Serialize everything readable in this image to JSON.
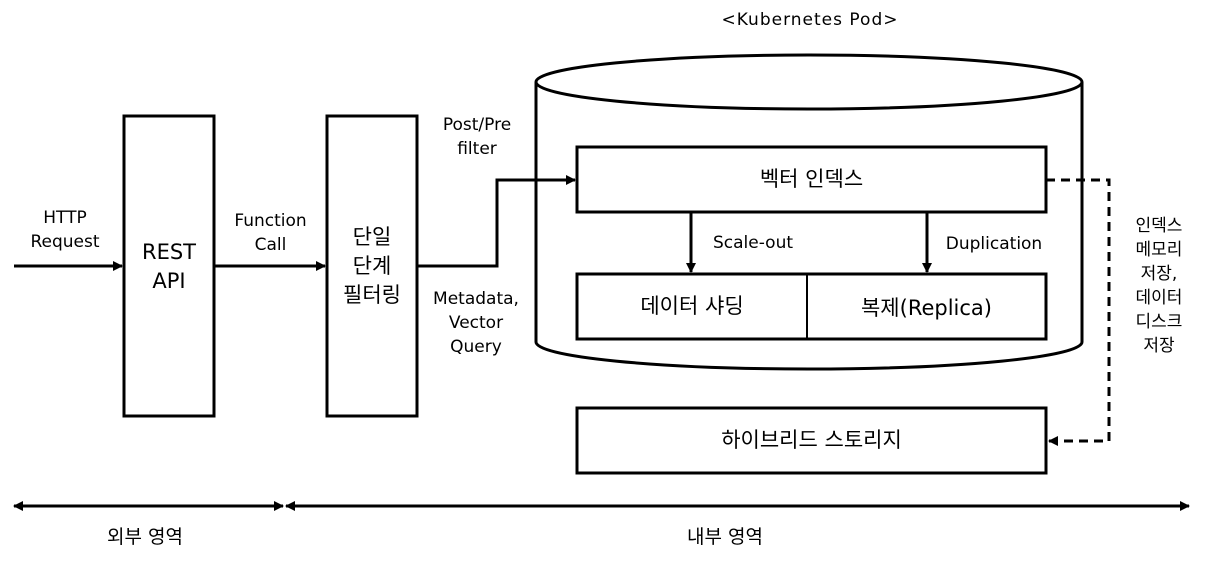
{
  "pod_title": "<Kubernetes  Pod>",
  "http_request": [
    "HTTP",
    "Request"
  ],
  "rest_api": [
    "REST",
    "API"
  ],
  "function_call": [
    "Function",
    "Call"
  ],
  "single_stage_filtering": [
    "단일",
    "단계",
    "필터링"
  ],
  "post_pre_filter": [
    "Post/Pre",
    "filter"
  ],
  "metadata_vector_query": [
    "Metadata,",
    "Vector",
    "Query"
  ],
  "vector_index": "벡터 인덱스",
  "scale_out": "Scale-out",
  "duplication": "Duplication",
  "data_sharding": "데이터 샤딩",
  "replica": "복제(Replica)",
  "hybrid_storage": "하이브리드 스토리지",
  "index_storage_note": [
    "인덱스",
    "메모리",
    "저장,",
    "데이터",
    "디스크",
    "저장"
  ],
  "external_area": "외부 영역",
  "internal_area": "내부 영역"
}
